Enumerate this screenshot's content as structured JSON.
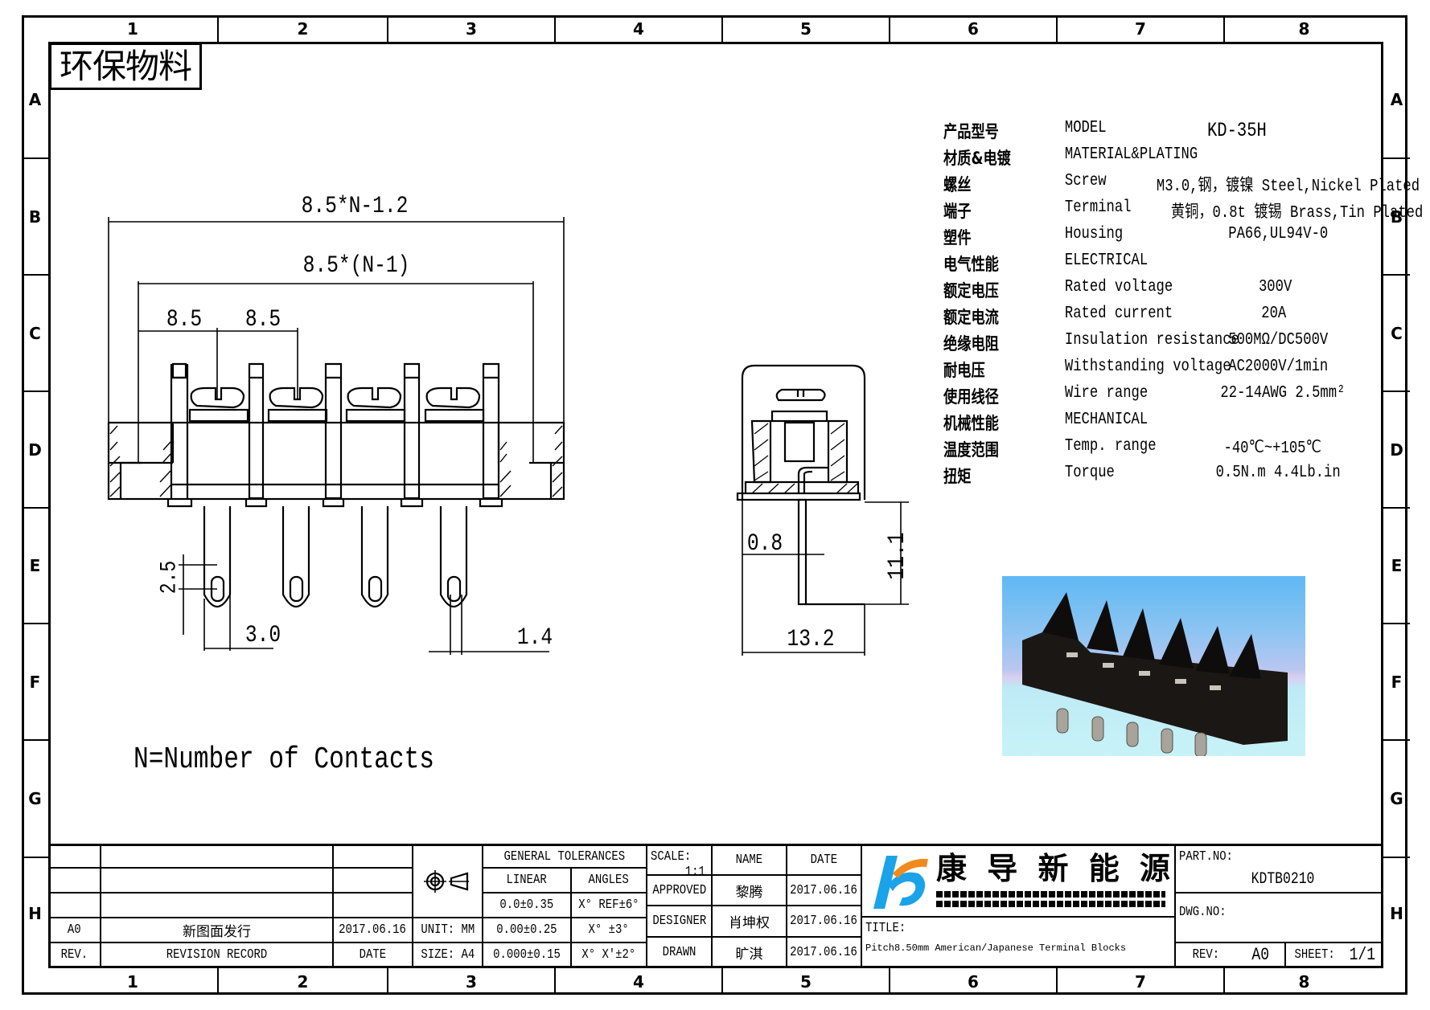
{
  "sheet": {
    "columns": [
      "1",
      "2",
      "3",
      "4",
      "5",
      "6",
      "7",
      "8"
    ],
    "rows": [
      "A",
      "B",
      "C",
      "D",
      "E",
      "F",
      "G",
      "H"
    ],
    "eco_badge": "环保物料",
    "note": "N=Number of Contacts"
  },
  "specs": {
    "rows": [
      {
        "cn": "产品型号",
        "en": "MODEL",
        "value": "KD-35H"
      },
      {
        "cn": "材质&电镀",
        "en": "MATERIAL&PLATING",
        "value": ""
      },
      {
        "cn": "螺丝",
        "en": "Screw",
        "value": "M3.0,钢，镀镍 Steel,Nickel Plated"
      },
      {
        "cn": "端子",
        "en": "Terminal",
        "value": "黄铜，0.8t 镀锡 Brass,Tin Plated"
      },
      {
        "cn": "塑件",
        "en": "Housing",
        "value": "PA66,UL94V-0"
      },
      {
        "cn": "电气性能",
        "en": "ELECTRICAL",
        "value": ""
      },
      {
        "cn": "额定电压",
        "en": "Rated voltage",
        "value": "300V"
      },
      {
        "cn": "额定电流",
        "en": "Rated current",
        "value": "20A"
      },
      {
        "cn": "绝缘电阻",
        "en": "Insulation resistance",
        "value": "500MΩ/DC500V"
      },
      {
        "cn": "耐电压",
        "en": "Withstanding voltage",
        "value": "AC2000V/1min"
      },
      {
        "cn": "使用线径",
        "en": "Wire range",
        "value": "22-14AWG 2.5mm²"
      },
      {
        "cn": "机械性能",
        "en": "MECHANICAL",
        "value": ""
      },
      {
        "cn": "温度范围",
        "en": "Temp. range",
        "value": "-40℃~+105℃"
      },
      {
        "cn": "扭矩",
        "en": "Torque",
        "value": "0.5N.m  4.4Lb.in"
      }
    ]
  },
  "dimensions": {
    "front_overall": "8.5*N-1.2",
    "front_pitch_span": "8.5*(N-1)",
    "pitch_1": "8.5",
    "pitch_2": "8.5",
    "slot_height": "2.5",
    "pin_width": "3.0",
    "pin_thickness_front": "1.4",
    "side_pin_thickness": "0.8",
    "side_pin_length": "11.1",
    "side_width": "13.2"
  },
  "title_block": {
    "revisions": [
      {
        "rev": "",
        "record": "",
        "date": ""
      },
      {
        "rev": "",
        "record": "",
        "date": ""
      },
      {
        "rev": "",
        "record": "",
        "date": ""
      },
      {
        "rev": "A0",
        "record": "新图面发行",
        "date": "2017.06.16"
      }
    ],
    "rev_header": "REV.",
    "record_header": "REVISION RECORD",
    "date_header": "DATE",
    "unit": "UNIT: MM",
    "size": "SIZE: A4",
    "tolerances": {
      "title": "GENERAL TOLERANCES",
      "linear_header": "LINEAR",
      "angles_header": "ANGLES",
      "linear": [
        "0.0±0.35",
        "0.00±0.25",
        "0.000±0.15"
      ],
      "angles": [
        "X° REF±6°",
        "X° ±3°",
        "X° X'±2°"
      ]
    },
    "scale_label": "SCALE:",
    "scale_value": "1:1",
    "name_header": "NAME",
    "date_col_header": "DATE",
    "signoffs": [
      {
        "role": "APPROVED",
        "name": "黎腾",
        "date": "2017.06.16"
      },
      {
        "role": "DESIGNER",
        "name": "肖坤权",
        "date": "2017.06.16"
      },
      {
        "role": "DRAWN",
        "name": "旷淇",
        "date": "2017.06.16"
      }
    ],
    "company": "康 导 新 能 源",
    "brand_colors": {
      "blue": "#1aa3e8",
      "orange": "#f08a1c"
    },
    "title_label": "TITLE:",
    "title": "Pitch8.50mm American/Japanese Terminal Blocks",
    "part_no_label": "PART.NO:",
    "part_no": "KDTB0210",
    "dwg_no_label": "DWG.NO:",
    "dwg_no": "",
    "rev_label": "REV:",
    "rev_value": "A0",
    "sheet_label": "SHEET:",
    "sheet_value": "1/1"
  }
}
